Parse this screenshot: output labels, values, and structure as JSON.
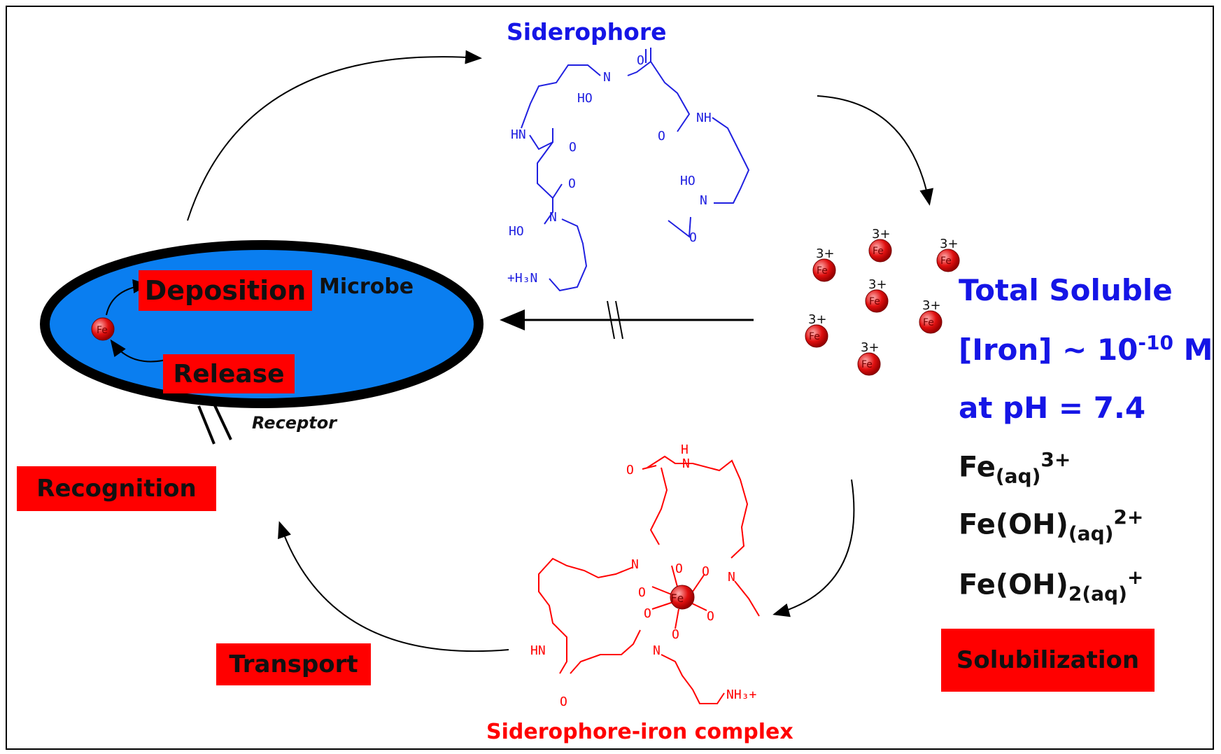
{
  "colors": {
    "red_box": "#ff0000",
    "blue_text": "#1515e6",
    "siderophore_blue": "#2020e0",
    "complex_red": "#ff0000",
    "microbe_fill": "#0a7ef0",
    "iron_ball": "#e01010"
  },
  "siderophore": {
    "title": "Siderophore",
    "atoms": {
      "O": "O",
      "N": "N",
      "HO": "HO",
      "HN": "HN",
      "NH": "NH",
      "ammonium": "+H₃N"
    }
  },
  "complex": {
    "title": "Siderophore-iron complex",
    "atoms": {
      "O": "O",
      "N": "N",
      "H": "H",
      "HN": "HN",
      "Fe": "Fe",
      "ammonium": "NH₃+"
    }
  },
  "microbe": {
    "label": "Microbe",
    "iron_label": "Fe",
    "receptor": "Receptor",
    "deposition": "Deposition",
    "release": "Release"
  },
  "steps": {
    "recognition": "Recognition",
    "transport": "Transport",
    "solubilization": "Solubilization"
  },
  "iron_ions": {
    "charge": "3+",
    "symbol": "Fe"
  },
  "solubility": {
    "line1": "Total Soluble",
    "line2_prefix": "[Iron] ~ 10",
    "line2_exp": "-10",
    "line2_suffix": " M",
    "line3": "at pH = 7.4"
  },
  "species": [
    {
      "base": "Fe",
      "sub": "(aq)",
      "sup": "3+"
    },
    {
      "base": "Fe(OH)",
      "sub": "(aq)",
      "sup": "2+"
    },
    {
      "base": "Fe(OH)",
      "sub": "2(aq)",
      "sup": "+"
    }
  ]
}
